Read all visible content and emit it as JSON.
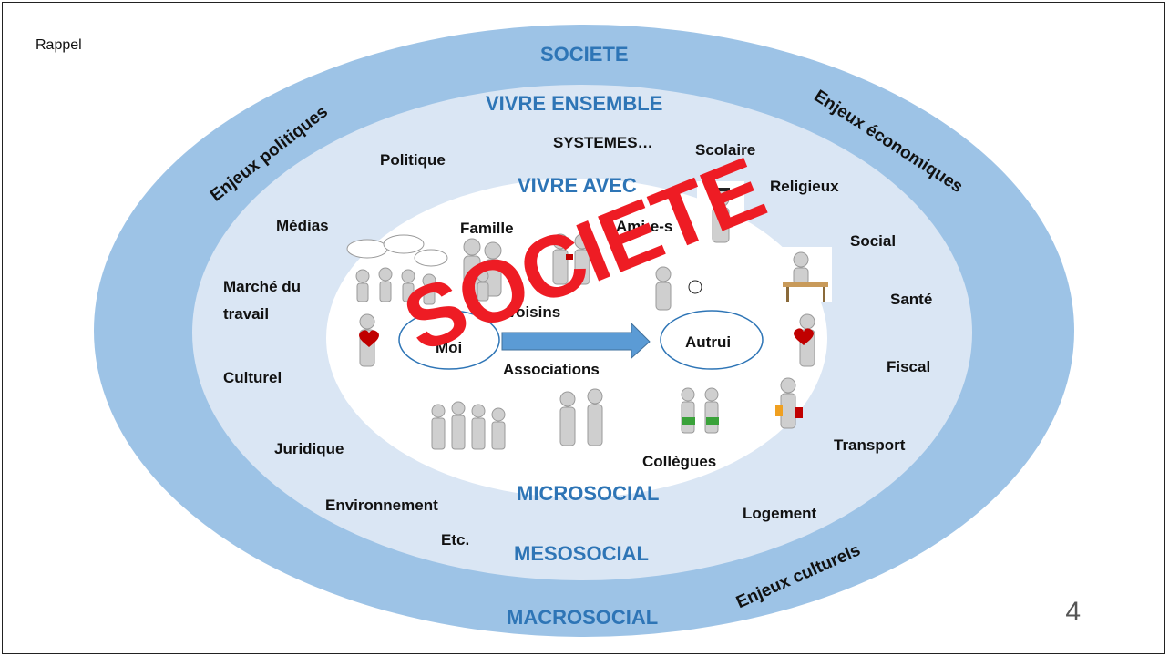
{
  "slide": {
    "corner_label": "Rappel",
    "page_number": "4"
  },
  "rings": {
    "outer": {
      "title": "SOCIETE",
      "subtitle": "VIVRE ENSEMBLE",
      "level": "MACROSOCIAL",
      "color": "#9dc3e6"
    },
    "middle": {
      "title": "VIVRE AVEC",
      "level": "MESOSOCIAL",
      "color": "#dae6f4"
    },
    "inner": {
      "level": "MICROSOCIAL",
      "color": "#ffffff"
    }
  },
  "enjeux": {
    "left_top": "Enjeux politiques",
    "right_top": "Enjeux économiques",
    "right_bottom": "Enjeux culturels"
  },
  "meso_items": {
    "systemes": "SYSTEMES…",
    "politique": "Politique",
    "scolaire": "Scolaire",
    "religieux": "Religieux",
    "medias": "Médias",
    "social": "Social",
    "marche": "Marché du",
    "marche2": "travail",
    "sante": "Santé",
    "culturel": "Culturel",
    "fiscal": "Fiscal",
    "juridique": "Juridique",
    "transport": "Transport",
    "environnement": "Environnement",
    "logement": "Logement",
    "etc": "Etc."
  },
  "micro_items": {
    "famille": "Famille",
    "amis": "Ami-e-s",
    "voisins": "Voisins",
    "associations": "Associations",
    "collegues": "Collègues",
    "moi": "Moi",
    "autrui": "Autrui"
  },
  "stamp": "SOCIETE",
  "colors": {
    "ring_title": "#2e75b6",
    "stamp": "#ee1c24",
    "arrow": "#5b9bd5"
  },
  "icons": [
    "speech-bubble-group-icon",
    "family-group-icon",
    "friends-gift-icon",
    "graduate-icon",
    "soccer-icon",
    "desk-worker-icon",
    "heart-person-icon",
    "heart-person-right-icon",
    "crowd-group-icon",
    "walking-pair-icon",
    "handshake-icon",
    "shopper-icon"
  ]
}
